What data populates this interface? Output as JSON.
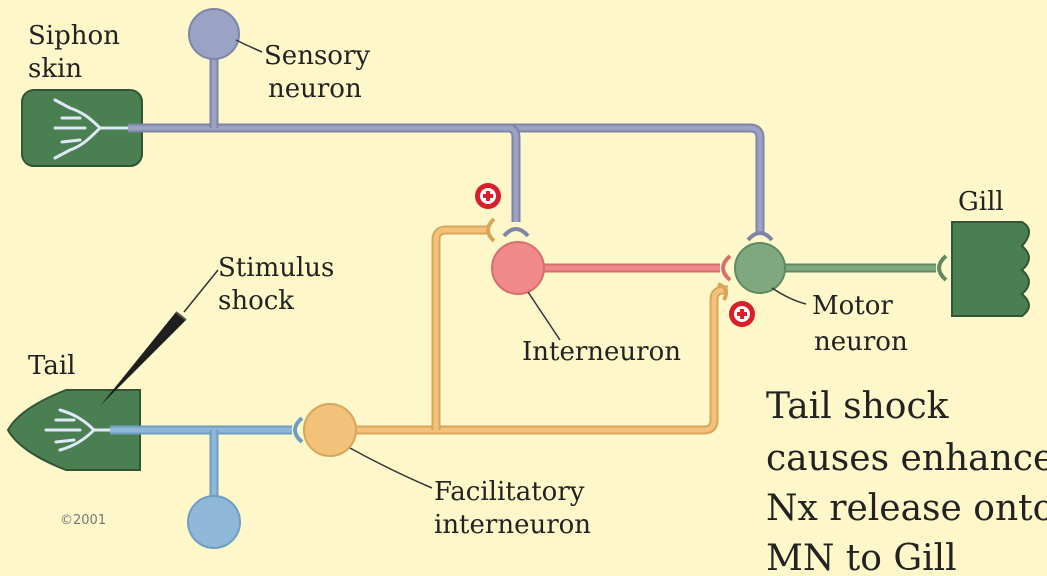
{
  "labels": {
    "siphon_line1": "Siphon",
    "siphon_line2": "skin",
    "sensory_line1": "Sensory",
    "sensory_line2": "neuron",
    "gill": "Gill",
    "stimulus_line1": "Stimulus",
    "stimulus_line2": "shock",
    "tail": "Tail",
    "interneuron": "Interneuron",
    "motor_line1": "Motor",
    "motor_line2": "neuron",
    "facilitatory_line1": "Facilitatory",
    "facilitatory_line2": "interneuron",
    "watermark": "©2001"
  },
  "caption": {
    "line1": "Tail shock",
    "line2": "causes enhanced",
    "line3": "Nx release onto",
    "line4": "MN to Gill"
  },
  "colors": {
    "background": "#fdf7c9",
    "sensory": "#9aa3c4",
    "interneuron": "#f08a8a",
    "motor": "#7fa87f",
    "facilitatory": "#f2c27a",
    "tail_sensory": "#8fb7d8",
    "organ_green": "#4a7f52",
    "plus_badge": "#d81f2a"
  },
  "icons": [
    "plus-badge-icon",
    "electrode-icon"
  ]
}
